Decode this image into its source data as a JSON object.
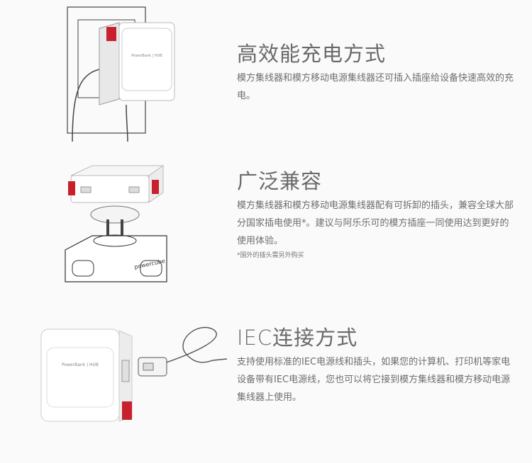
{
  "sections": [
    {
      "title": "高效能充电方式",
      "body": "模方集线器和模方移动电源集线器还可插入插座给设备快速高效的充电。",
      "device_label": "PowerBank | HUB"
    },
    {
      "title": "广泛兼容",
      "body": "模方集线器和模方移动电源集线器配有可拆卸的插头，兼容全球大部分国家插电使用*。建议与阿乐乐可的模方插座一同使用达到更好的使用体验。",
      "note": "*国外的插头需另外购买",
      "device_label": "powercube"
    },
    {
      "title": "IEC连接方式",
      "body": "支持使用标准的IEC电源线和插头，如果您的计算机、打印机等家电设备带有IEC电源线，您也可以将它接到模方集线器和模方移动电源集线器上使用。",
      "device_label": "PowerBank | HUB"
    }
  ],
  "colors": {
    "accent": "#c8202c",
    "line": "#333333",
    "device": "#ffffff"
  }
}
